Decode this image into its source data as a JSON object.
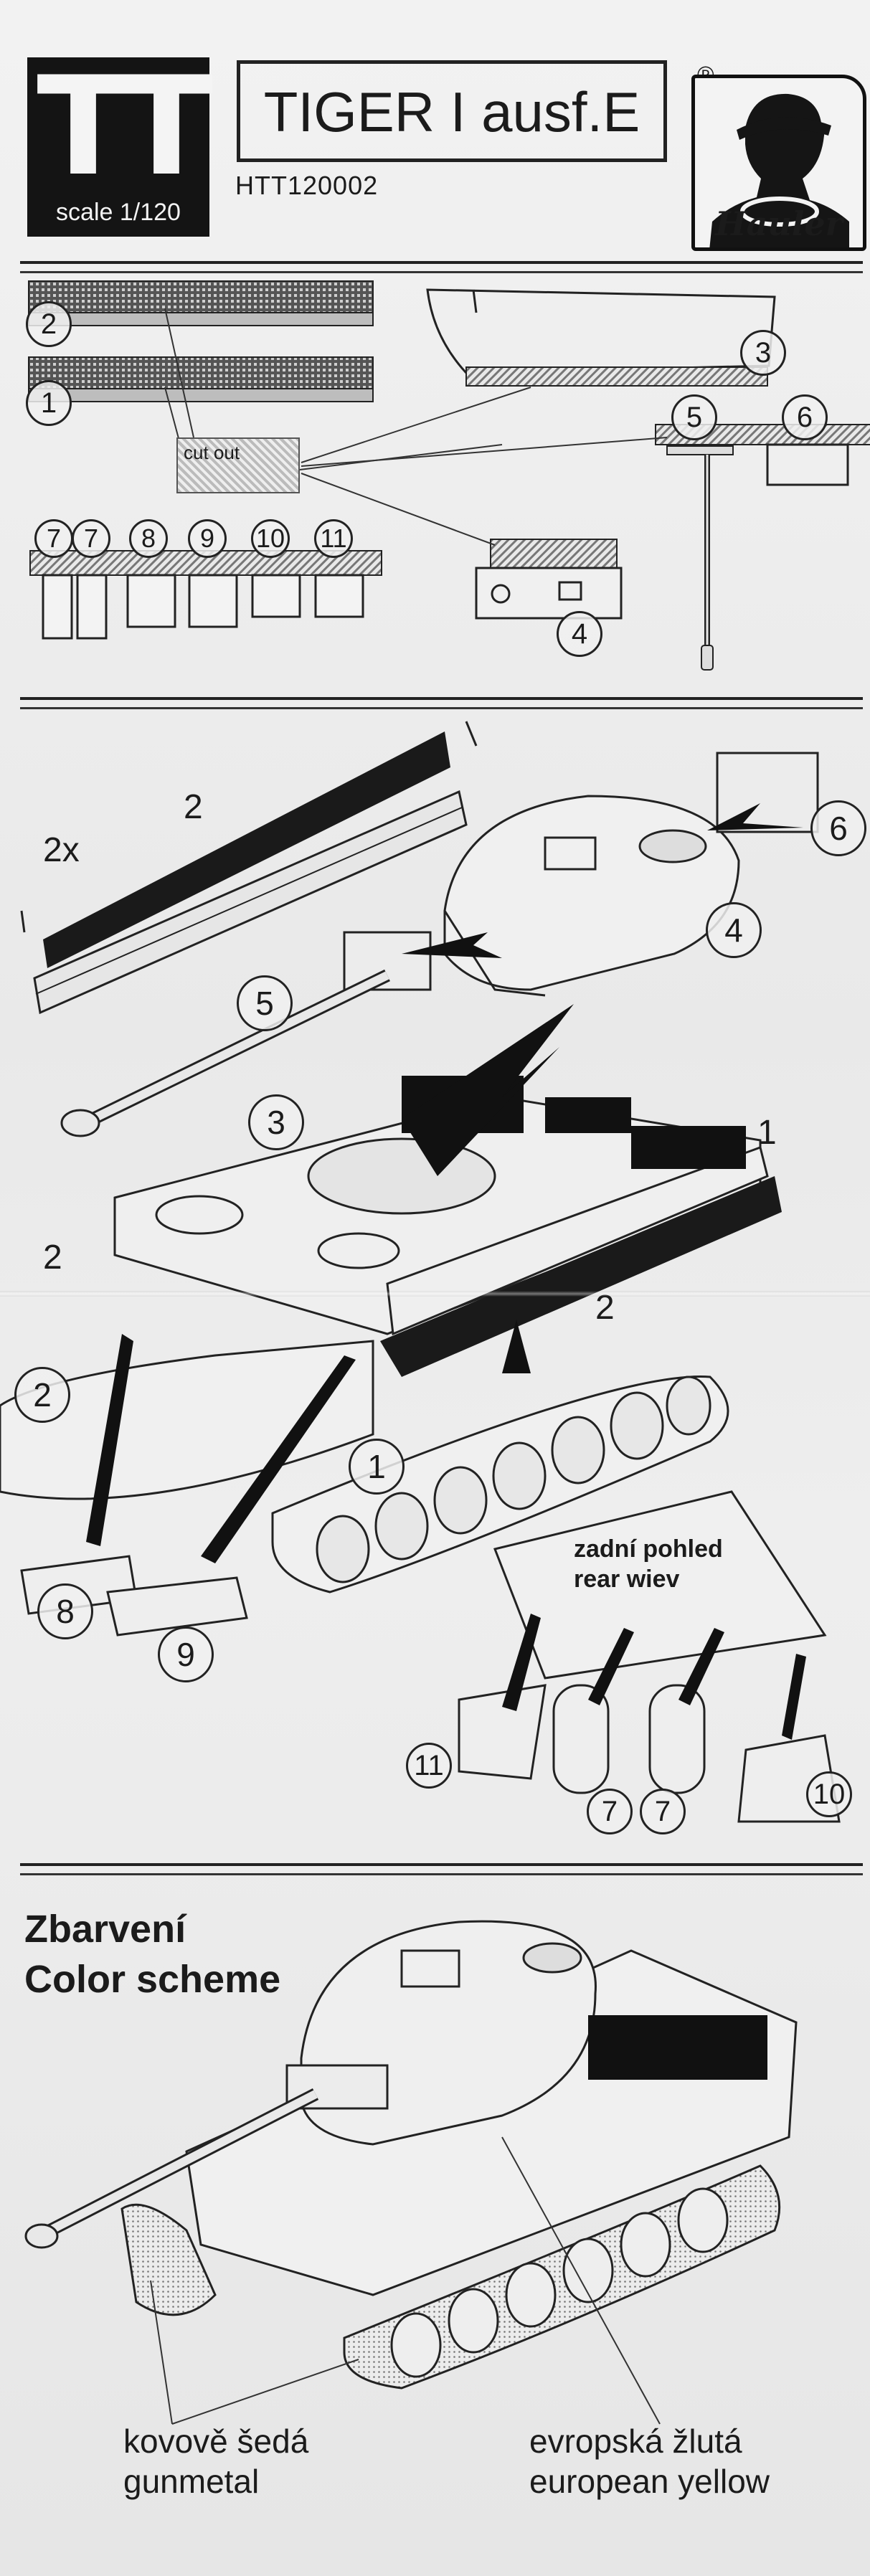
{
  "header": {
    "logo_letters": "TT",
    "scale": "scale 1/120",
    "title": "TIGER I ausf.E",
    "code": "HTT120002",
    "registered": "®",
    "brand": "Hauler"
  },
  "parts": {
    "cut_out": "cut out",
    "numbers": [
      "1",
      "2",
      "3",
      "4",
      "5",
      "6",
      "7",
      "7",
      "8",
      "9",
      "10",
      "11"
    ]
  },
  "assembly": {
    "qty_2x": "2x",
    "rear_view_cz": "zadní pohled",
    "rear_view_en": "rear wiev"
  },
  "color_scheme": {
    "title_cz": "Zbarvení",
    "title_en": "Color scheme",
    "gunmetal_cz": "kovově šedá",
    "gunmetal_en": "gunmetal",
    "yellow_cz": "evropská žlutá",
    "yellow_en": "european yellow"
  }
}
